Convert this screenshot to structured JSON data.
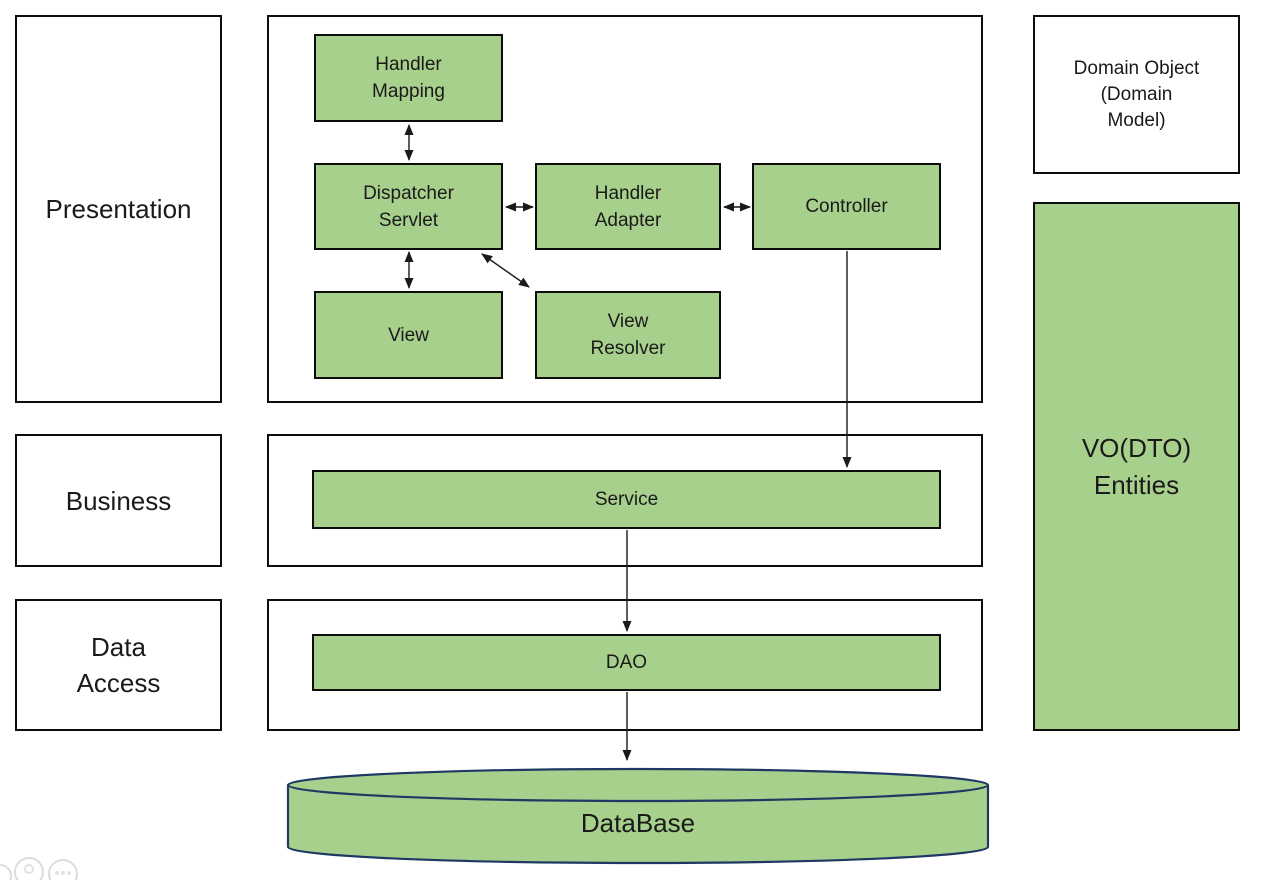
{
  "layers": {
    "presentation": "Presentation",
    "business": "Business",
    "data_access": "Data\nAccess"
  },
  "presentation_components": {
    "handler_mapping": "Handler\nMapping",
    "dispatcher_servlet": "Dispatcher\nServlet",
    "handler_adapter": "Handler\nAdapter",
    "controller": "Controller",
    "view": "View",
    "view_resolver": "View\nResolver"
  },
  "business_components": {
    "service": "Service"
  },
  "data_access_components": {
    "dao": "DAO"
  },
  "storage": {
    "database": "DataBase"
  },
  "domain": {
    "domain_object": "Domain Object\n(Domain\nModel)",
    "vo_dto": "VO(DTO)\nEntities"
  },
  "colors": {
    "component_green": "#a8d08d",
    "box_border": "#0d0d0d",
    "cylinder_outline": "#1f3864",
    "text": "#1a1a1a"
  }
}
